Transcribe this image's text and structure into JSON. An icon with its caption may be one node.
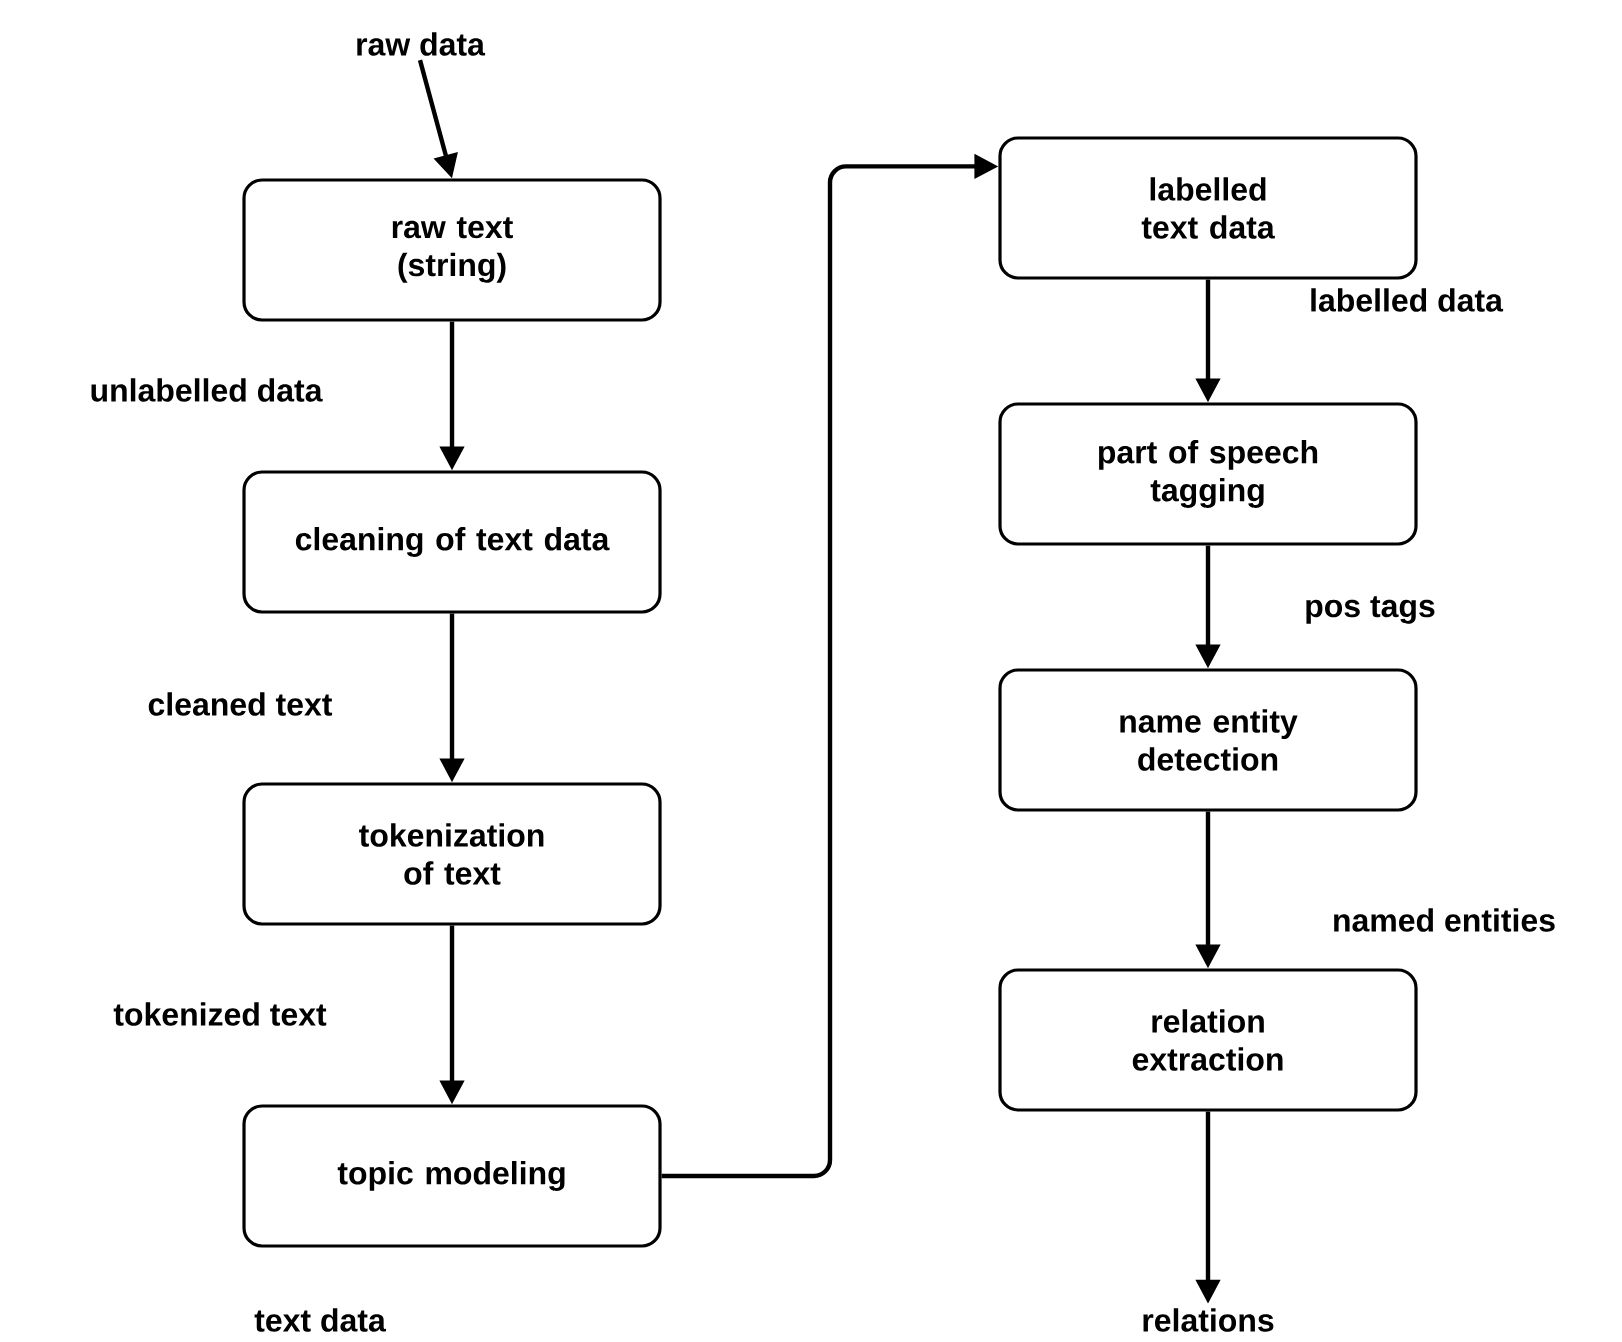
{
  "diagram": {
    "nodes": [
      {
        "text": [
          "raw data"
        ]
      },
      {
        "text": [
          "raw text (string)"
        ]
      },
      {
        "text": [
          "cleaning of text data"
        ]
      },
      {
        "text": [
          "tokenization of text"
        ]
      },
      {
        "text": [
          "topic modeling"
        ]
      },
      {
        "text": [
          "labelled text data"
        ]
      },
      {
        "text": [
          "part of speech tagging"
        ]
      },
      {
        "text": [
          "name entity detection"
        ]
      },
      {
        "text": [
          "relation extraction"
        ]
      },
      {
        "text": [
          "relations"
        ]
      }
    ],
    "edges": [
      {
        "from": 0,
        "to": 1,
        "arrow": "to"
      },
      {
        "from": 1,
        "to": 2,
        "arrow": "to",
        "label": "unlabelled data"
      },
      {
        "from": 2,
        "to": 3,
        "arrow": "to",
        "label": "cleaned text"
      },
      {
        "from": 3,
        "to": 4,
        "arrow": "to",
        "label": "tokenized text"
      },
      {
        "from": 4,
        "to": 5,
        "arrow": "to"
      },
      {
        "from": 5,
        "to": 6,
        "arrow": "to",
        "label": "labelled data"
      },
      {
        "from": 6,
        "to": 7,
        "arrow": "to",
        "label": "pos tags"
      },
      {
        "from": 7,
        "to": 8,
        "arrow": "to",
        "label": "named entities"
      },
      {
        "from": 8,
        "to": 9,
        "arrow": "to"
      }
    ],
    "labels": [
      "text data"
    ]
  }
}
